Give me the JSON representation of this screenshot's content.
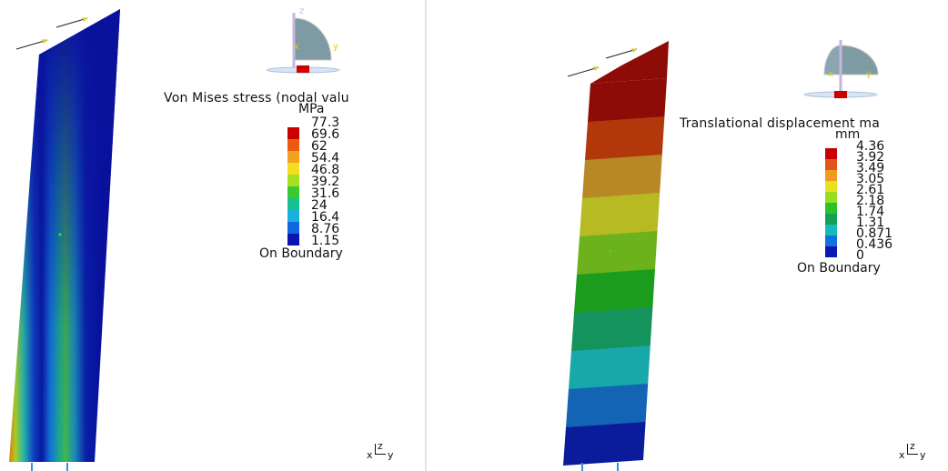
{
  "left_view": {
    "legend": {
      "title": "Von Mises stress (nodal valu",
      "unit": "MPa",
      "values": [
        "77.3",
        "69.6",
        "62",
        "54.4",
        "46.8",
        "39.2",
        "31.6",
        "24",
        "16.4",
        "8.76",
        "1.15"
      ],
      "colors": [
        "#c80000",
        "#ec5a10",
        "#f4a21e",
        "#f2de1e",
        "#a8e020",
        "#3cc830",
        "#18c090",
        "#18b0e0",
        "#1466e0",
        "#0a14b0"
      ],
      "footer": "On Boundary"
    },
    "triad": {
      "x": "x",
      "y": "y",
      "z": "z"
    }
  },
  "right_view": {
    "legend": {
      "title": "Translational displacement ma",
      "unit": "mm",
      "values": [
        "4.36",
        "3.92",
        "3.49",
        "3.05",
        "2.61",
        "2.18",
        "1.74",
        "1.31",
        "0.871",
        "0.436",
        "0"
      ],
      "colors": [
        "#c80000",
        "#e0561a",
        "#f29a1e",
        "#e8e21e",
        "#96de20",
        "#28c22a",
        "#14a058",
        "#14bcc0",
        "#1470e0",
        "#0a18b4"
      ],
      "footer": "On Boundary"
    },
    "triad": {
      "x": "x",
      "y": "y",
      "z": "z"
    }
  },
  "compass_labels": {
    "x": "x",
    "y": "y",
    "z": "z"
  },
  "displacement_band_colors": [
    "#8e0c08",
    "#b2380c",
    "#b88826",
    "#b8ba24",
    "#6cb21c",
    "#1c9c1c",
    "#14945c",
    "#18a8aa",
    "#1364b4",
    "#0a1c9a"
  ]
}
